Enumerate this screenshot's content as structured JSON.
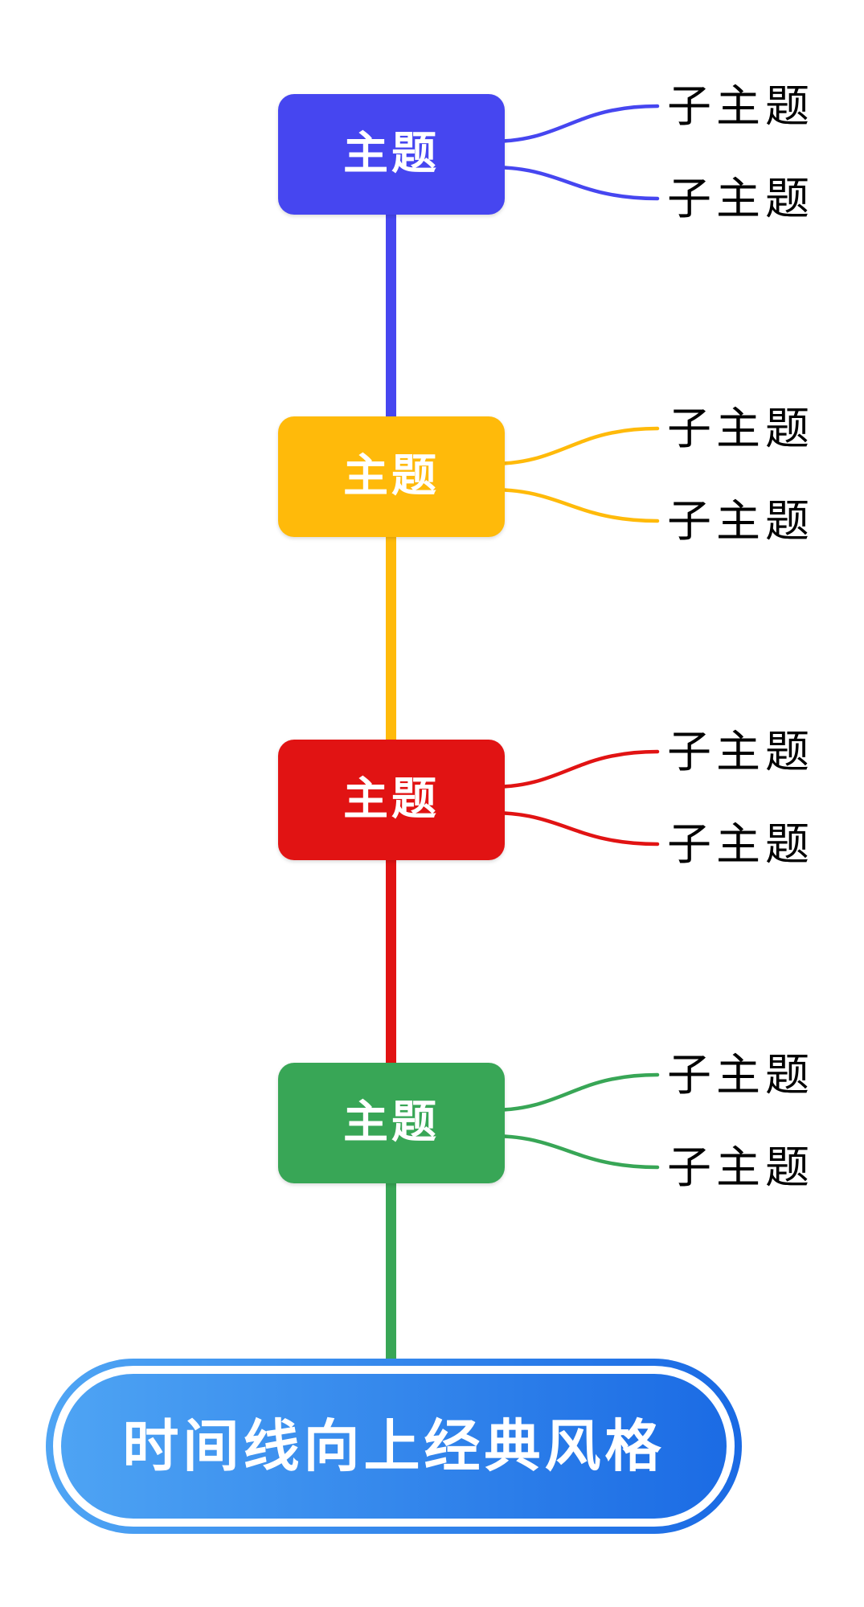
{
  "diagram": {
    "background": "#FFFFFF",
    "root": {
      "label": "时间线向上经典风格",
      "gradient_start": "#4FA5F4",
      "gradient_end": "#1A6AE4",
      "ring_color": "#FFFFFF",
      "text_color": "#FFFFFF"
    },
    "subtopic_text_color": "#000000",
    "topics": [
      {
        "label": "主题",
        "color": "#4646F0",
        "children": [
          {
            "label": "子主题"
          },
          {
            "label": "子主题"
          }
        ]
      },
      {
        "label": "主题",
        "color": "#FFBA0A",
        "children": [
          {
            "label": "子主题"
          },
          {
            "label": "子主题"
          }
        ]
      },
      {
        "label": "主题",
        "color": "#E11313",
        "children": [
          {
            "label": "子主题"
          },
          {
            "label": "子主题"
          }
        ]
      },
      {
        "label": "主题",
        "color": "#38A656",
        "children": [
          {
            "label": "子主题"
          },
          {
            "label": "子主题"
          }
        ]
      }
    ]
  }
}
